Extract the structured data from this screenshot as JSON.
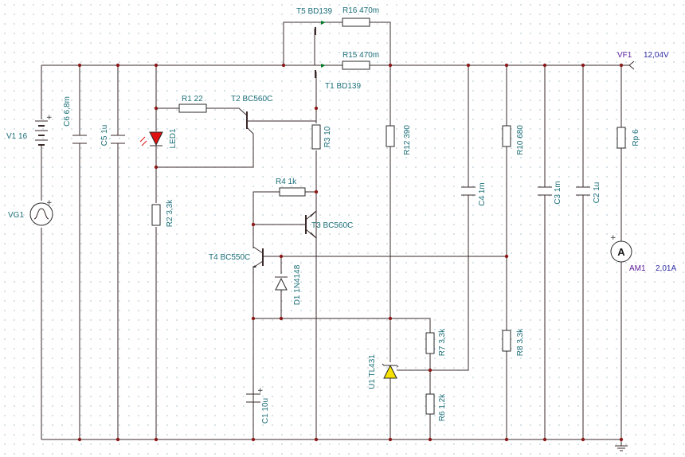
{
  "components": {
    "v1": "V1 16",
    "vg1": "VG1",
    "c6": "C6 6,8m",
    "c5": "C5 1u",
    "led1": "LED1",
    "r1": "R1 22",
    "t2": "T2 BC560C",
    "r2": "R2 3,3k",
    "t5": "T5 BD139",
    "r16": "R16 470m",
    "r15": "R15 470m",
    "t1": "T1 BD139",
    "r3": "R3 10",
    "r4": "R4 1k",
    "t3": "T3 BC560C",
    "t4": "T4 BC550C",
    "d1": "D1 1N4148",
    "c1": "C1 10u",
    "r12": "R12 390",
    "u1": "U1 TL431",
    "r7": "R7 3,3k",
    "r6": "R6 1,2k",
    "c4": "C4 1m",
    "r10": "R10 680",
    "r8": "R8 3,3k",
    "c3": "C3 1m",
    "c2": "C2 1u",
    "rp": "Rp 6",
    "vf1": "VF1",
    "am1": "AM1"
  },
  "readings": {
    "vf1": "12,04V",
    "am1": "2,01A"
  },
  "meter_symbol": "A",
  "colors": {
    "wire": "#3a2a2a",
    "junction": "#8b1a1a",
    "label": "#1a6e78",
    "led": "#e01010",
    "tl431": "#f5e000",
    "meter_label": "#5a1a9a",
    "reading": "#2a2aa0"
  },
  "icons": [
    "battery-icon",
    "signal-generator-icon",
    "led-icon",
    "zener-reference-icon",
    "diode-icon",
    "ammeter-icon",
    "ground-icon",
    "voltage-probe-icon"
  ]
}
